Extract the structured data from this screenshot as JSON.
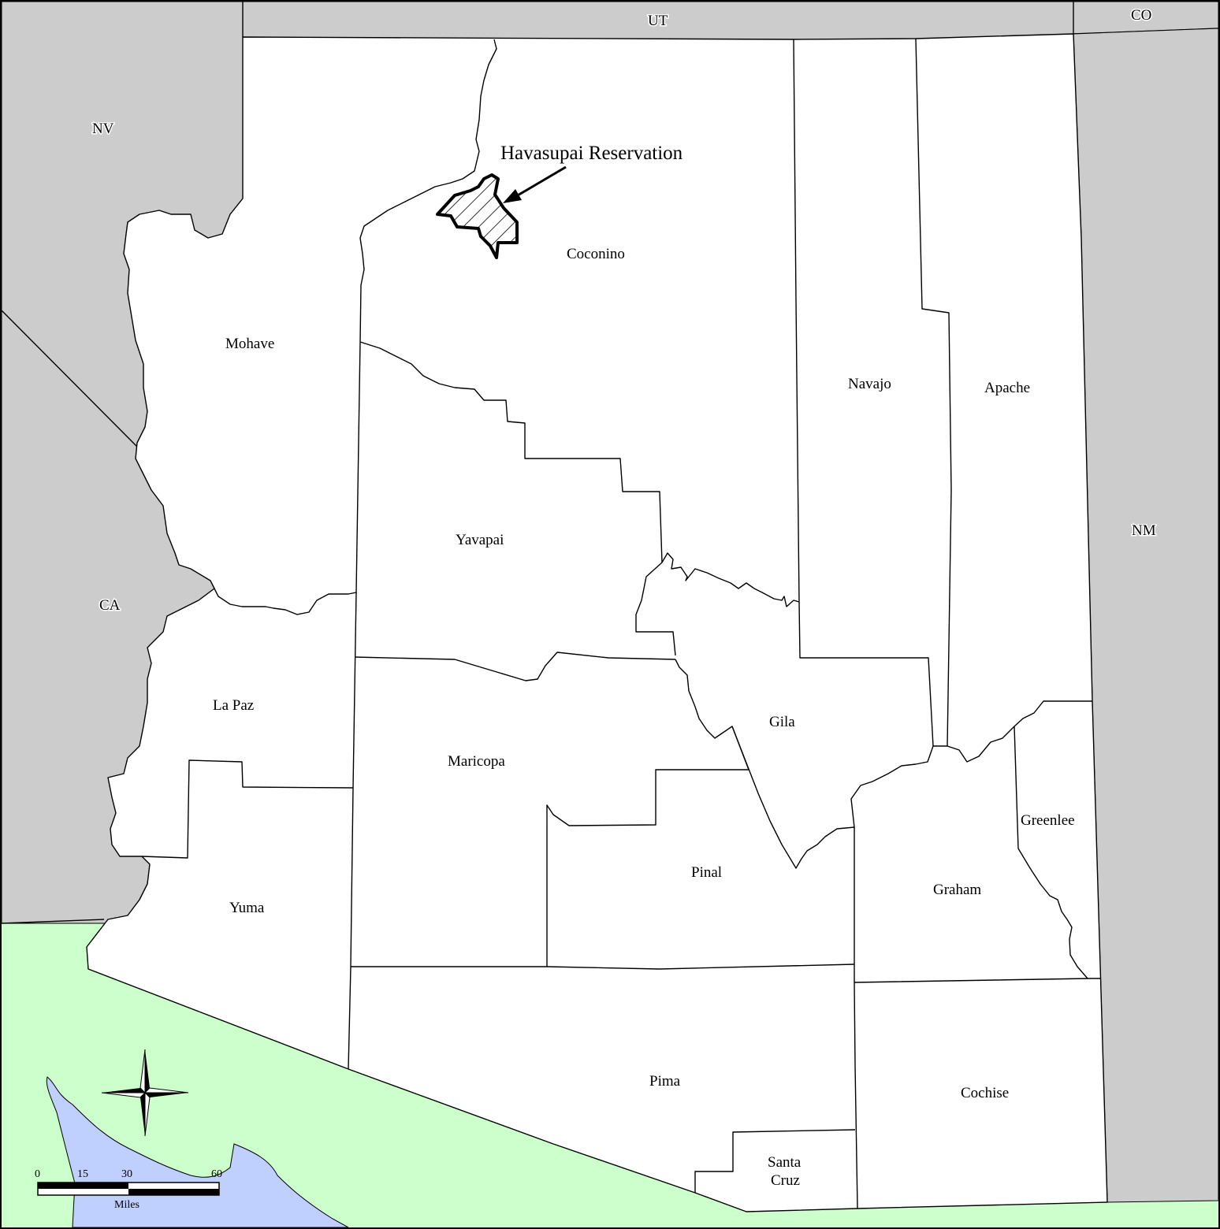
{
  "colors": {
    "neighbor_states": "#cccccc",
    "mexico": "#ccffcc",
    "water": "#bfd0ff",
    "counties": "#ffffff",
    "borders": "#000000"
  },
  "states": {
    "ut": "UT",
    "co": "CO",
    "nv": "NV",
    "ca": "CA",
    "nm": "NM"
  },
  "counties": {
    "mohave": "Mohave",
    "coconino": "Coconino",
    "navajo": "Navajo",
    "apache": "Apache",
    "yavapai": "Yavapai",
    "la_paz": "La Paz",
    "gila": "Gila",
    "maricopa": "Maricopa",
    "greenlee": "Greenlee",
    "pinal": "Pinal",
    "graham": "Graham",
    "yuma": "Yuma",
    "pima": "Pima",
    "cochise": "Cochise",
    "santa_cruz_line1": "Santa",
    "santa_cruz_line2": "Cruz"
  },
  "callout": {
    "label": "Havasupai Reservation"
  },
  "scale_bar": {
    "ticks": [
      "0",
      "15",
      "30",
      "60"
    ],
    "unit": "Miles"
  },
  "icons": {
    "compass": "compass-rose-icon",
    "hatch": "diagonal-hatch-pattern"
  }
}
